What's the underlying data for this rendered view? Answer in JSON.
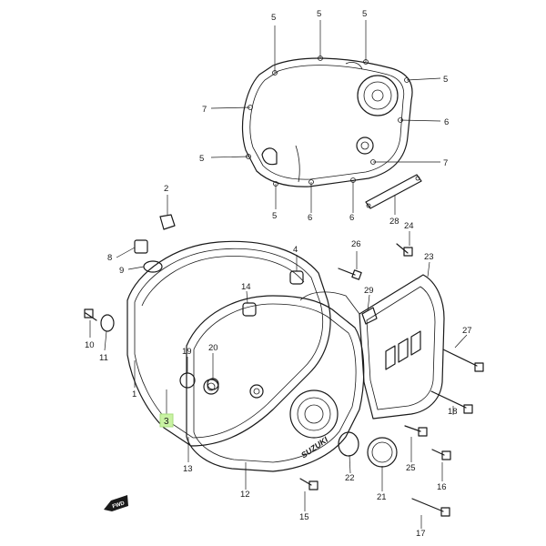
{
  "diagram": {
    "brand_text": "SUZUKI",
    "forward_label": "FWD",
    "highlighted_callout": "3",
    "highlight_color": "#c9f2a3",
    "callouts": [
      {
        "id": "c5a",
        "text": "5"
      },
      {
        "id": "c5b",
        "text": "5"
      },
      {
        "id": "c5c",
        "text": "5"
      },
      {
        "id": "c5d",
        "text": "5"
      },
      {
        "id": "c5e",
        "text": "5"
      },
      {
        "id": "c5f",
        "text": "5"
      },
      {
        "id": "c7a",
        "text": "7"
      },
      {
        "id": "c7b",
        "text": "7"
      },
      {
        "id": "c6a",
        "text": "6"
      },
      {
        "id": "c6b",
        "text": "6"
      },
      {
        "id": "c6c",
        "text": "6"
      },
      {
        "id": "c28",
        "text": "28"
      },
      {
        "id": "c2",
        "text": "2"
      },
      {
        "id": "c8",
        "text": "8"
      },
      {
        "id": "c9",
        "text": "9"
      },
      {
        "id": "c4",
        "text": "4"
      },
      {
        "id": "c26",
        "text": "26"
      },
      {
        "id": "c24",
        "text": "24"
      },
      {
        "id": "c23",
        "text": "23"
      },
      {
        "id": "c14",
        "text": "14"
      },
      {
        "id": "c29",
        "text": "29"
      },
      {
        "id": "c10",
        "text": "10"
      },
      {
        "id": "c11",
        "text": "11"
      },
      {
        "id": "c19",
        "text": "19"
      },
      {
        "id": "c20",
        "text": "20"
      },
      {
        "id": "c1",
        "text": "1"
      },
      {
        "id": "c27",
        "text": "27"
      },
      {
        "id": "c18",
        "text": "18"
      },
      {
        "id": "c13",
        "text": "13"
      },
      {
        "id": "c12",
        "text": "12"
      },
      {
        "id": "c22",
        "text": "22"
      },
      {
        "id": "c25",
        "text": "25"
      },
      {
        "id": "c16",
        "text": "16"
      },
      {
        "id": "c21",
        "text": "21"
      },
      {
        "id": "c15",
        "text": "15"
      },
      {
        "id": "c17",
        "text": "17"
      }
    ]
  }
}
